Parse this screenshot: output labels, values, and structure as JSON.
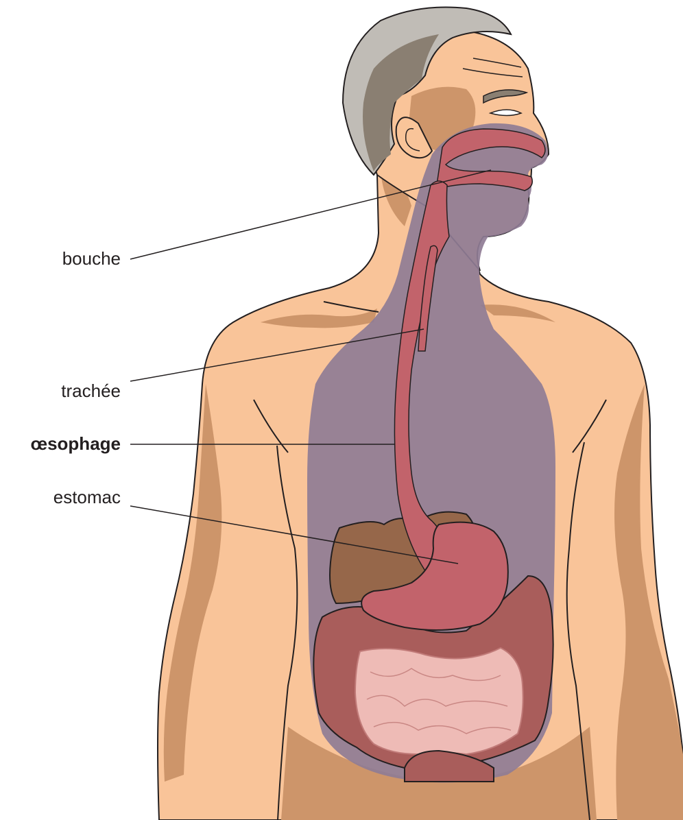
{
  "labels": {
    "mouth": "bouche",
    "trachea": "trachée",
    "esophagus": "œsophage",
    "stomach": "estomac"
  },
  "highlighted": "esophagus",
  "colors": {
    "skin": "#f9c499",
    "skin_shadow": "#cd956a",
    "hair_light": "#c0bcb6",
    "hair_dark": "#8a7f72",
    "cavity_overlay": "#8f7c95",
    "digestive_tract": "#c2636b",
    "liver": "#96674a",
    "large_intestine": "#a95d5b",
    "small_intestine": "#eebbb6",
    "outline": "#231f20"
  }
}
